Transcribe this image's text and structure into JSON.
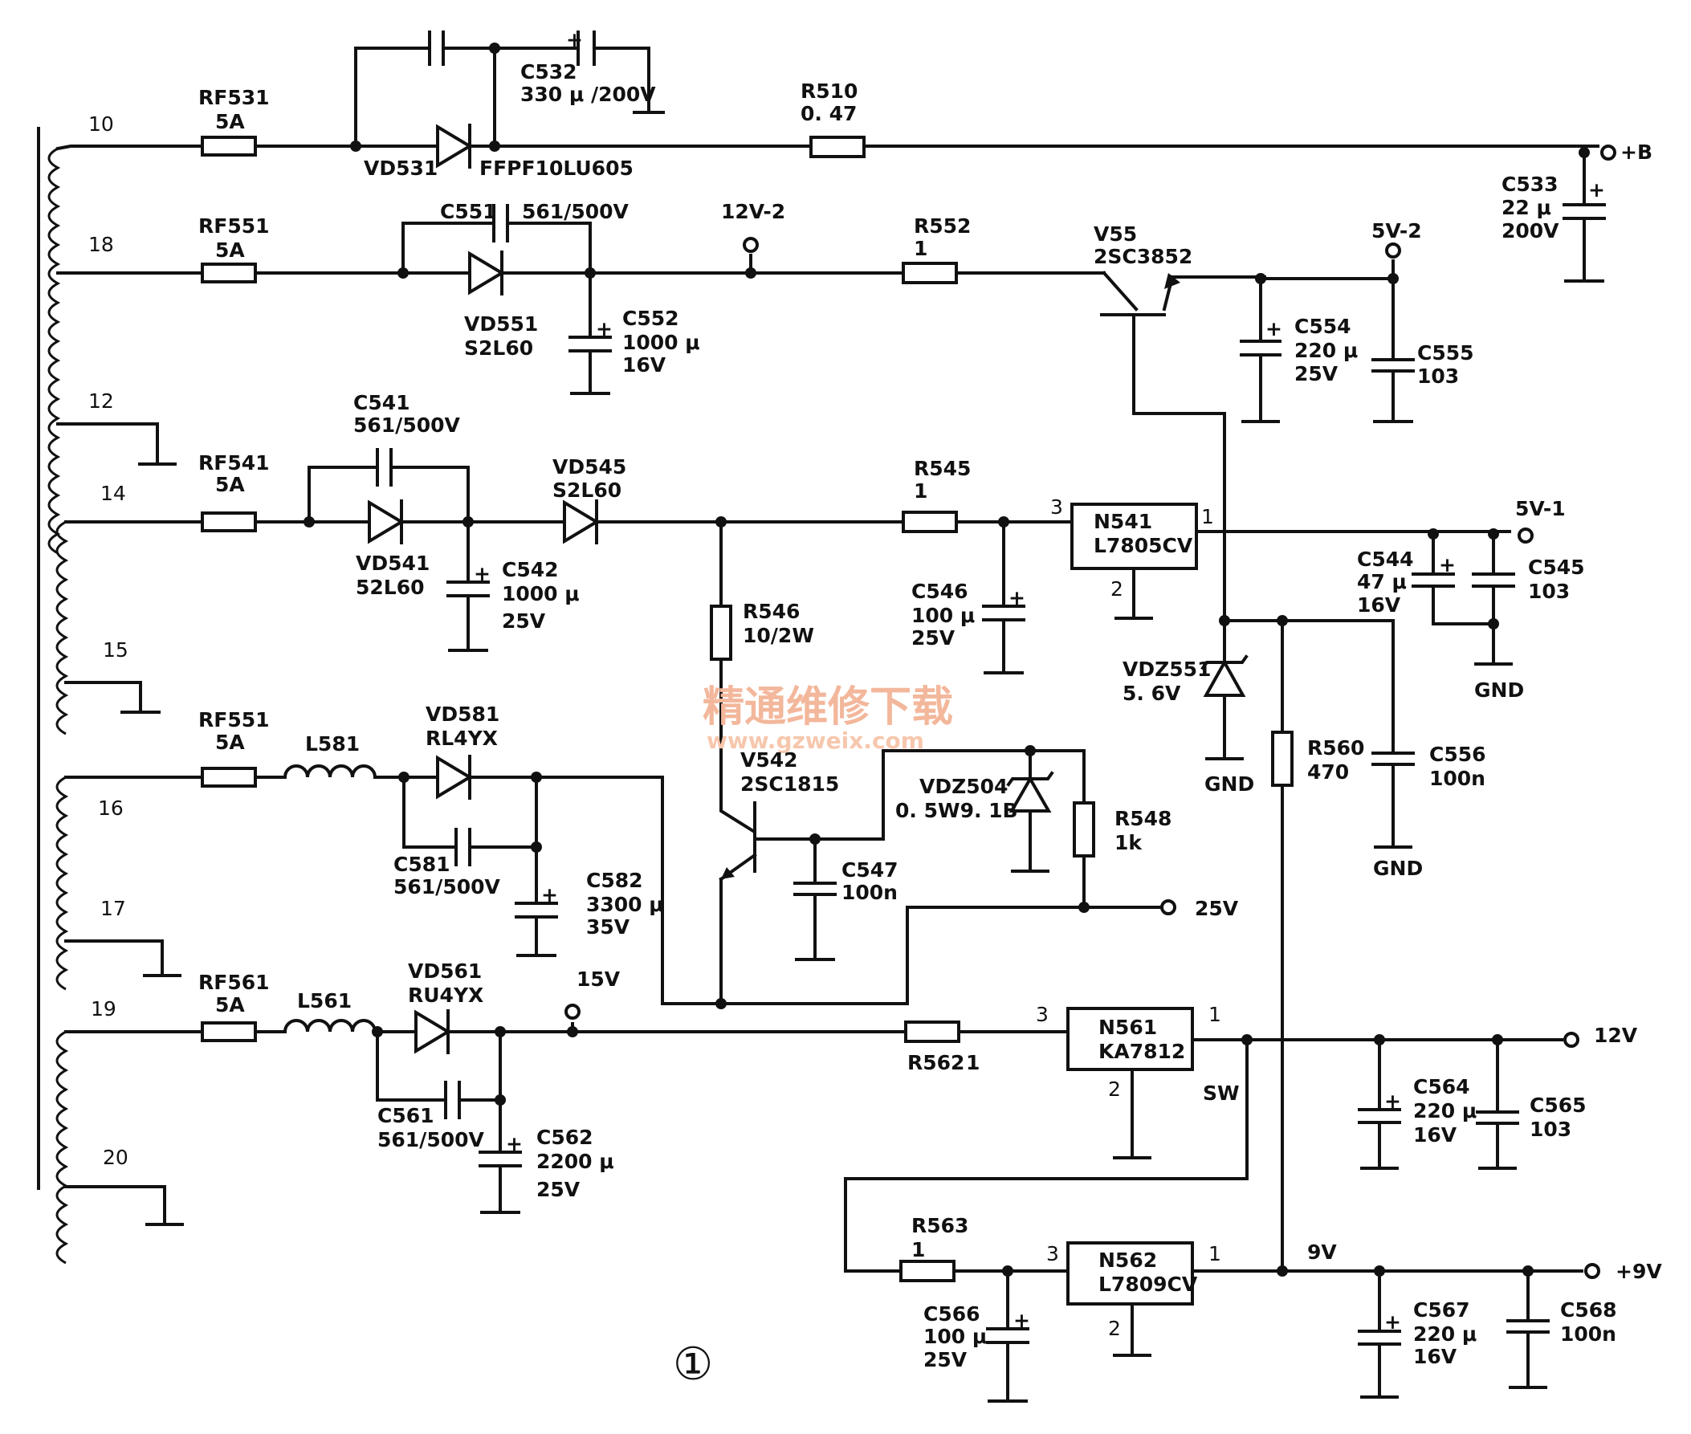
{
  "labels": {
    "w10": "10",
    "w18": "18",
    "w12": "12",
    "w14": "14",
    "w15": "15",
    "w16": "16",
    "w17": "17",
    "w19": "19",
    "w20": "20",
    "rf531": "RF531",
    "rf531_v": "5A",
    "rf551a": "RF551",
    "rf551a_v": "5A",
    "rf541": "RF541",
    "rf541_v": "5A",
    "rf551b": "RF551",
    "rf551b_v": "5A",
    "rf561": "RF561",
    "rf561_v": "5A",
    "c532": "C532",
    "c532_v": "330 μ /200V",
    "vd531": "VD531",
    "ffpf": "FFPF10LU605",
    "r510": "R510",
    "r510_v": "0. 47",
    "plusb": "+B",
    "c533": "C533",
    "c533_v1": "22 μ",
    "c533_v2": "200V",
    "c551": "C551",
    "c551_v": "561/500V",
    "vd551": "VD551",
    "vd551_v": "S2L60",
    "c552": "C552",
    "c552_v1": "1000 μ",
    "c552_v2": "16V",
    "n12v2": "12V-2",
    "r552": "R552",
    "r552_v": "1",
    "v55": "V55",
    "v55_v": "2SC3852",
    "n5v2": "5V-2",
    "c554": "C554",
    "c554_v1": "220 μ",
    "c554_v2": "25V",
    "c555": "C555",
    "c555_v": "103",
    "c541": "C541",
    "c541_v": "561/500V",
    "vd545": "VD545",
    "vd545_v": "S2L60",
    "vd541": "VD541",
    "vd541_v": "52L60",
    "c542": "C542",
    "c542_v1": "1000 μ",
    "c542_v2": "25V",
    "r545": "R545",
    "r545_v": "1",
    "n541": "N541",
    "n541_v": "L7805CV",
    "n541_p3": "3",
    "n541_p1": "1",
    "n541_p2": "2",
    "n5v1": "5V-1",
    "c544": "C544",
    "c544_v1": "47 μ",
    "c544_v2": "16V",
    "c545": "C545",
    "c545_v": "103",
    "gnd1": "GND",
    "r546": "R546",
    "r546_v": "10/2W",
    "c546": "C546",
    "c546_v1": "100 μ",
    "c546_v2": "25V",
    "vdz551": "VDZ551",
    "vdz551_v": "5. 6V",
    "gnd2": "GND",
    "r560": "R560",
    "r560_v": "470",
    "c556": "C556",
    "c556_v": "100n",
    "gnd3": "GND",
    "wm1": "精通维修下载",
    "wm2": "www.gzweix.com",
    "l581": "L581",
    "vd581": "VD581",
    "vd581_v": "RL4YX",
    "v542": "V542",
    "v542_v": "2SC1815",
    "vdz504": "VDZ504",
    "vdz504_v": "0. 5W9. 1B",
    "r548": "R548",
    "r548_v": "1k",
    "c581": "C581",
    "c581_v": "561/500V",
    "c582": "C582",
    "c582_v1": "3300 μ",
    "c582_v2": "35V",
    "c547": "C547",
    "c547_v": "100n",
    "n25v": "25V",
    "l561": "L561",
    "vd561": "VD561",
    "vd561_v": "RU4YX",
    "n15v": "15V",
    "r562": "R562",
    "r562_v": "1",
    "n561": "N561",
    "n561_v": "KA7812",
    "n561_p3": "3",
    "n561_p1": "1",
    "n561_p2": "2",
    "sw": "SW",
    "n12v": "12V",
    "c564": "C564",
    "c564_v1": "220 μ",
    "c564_v2": "16V",
    "c565": "C565",
    "c565_v": "103",
    "c561": "C561",
    "c561_v": "561/500V",
    "c562": "C562",
    "c562_v1": "2200 μ",
    "c562_v2": "25V",
    "r563": "R563",
    "r563_v": "1",
    "n562": "N562",
    "n562_v": "L7809CV",
    "n562_p3": "3",
    "n562_p1": "1",
    "n562_p2": "2",
    "n9v": "9V",
    "n9vout": "+9V",
    "c566": "C566",
    "c566_v1": "100 μ",
    "c566_v2": "25V",
    "c567": "C567",
    "c567_v1": "220 μ",
    "c567_v2": "16V",
    "c568": "C568",
    "c568_v": "100n",
    "figure": "①"
  }
}
